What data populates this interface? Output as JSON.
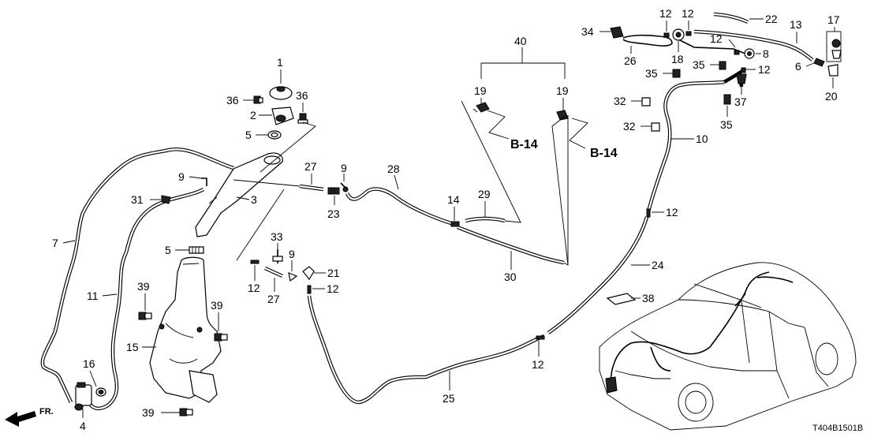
{
  "diagram_code": "T404B1501B",
  "front_label": "FR.",
  "callouts": {
    "c1": "1",
    "c2": "2",
    "c3": "3",
    "c4": "4",
    "c5a": "5",
    "c5b": "5",
    "c6": "6",
    "c7": "7",
    "c8": "8",
    "c9a": "9",
    "c9b": "9",
    "c9c": "9",
    "c10": "10",
    "c11": "11",
    "c12a": "12",
    "c12b": "12",
    "c12c": "12",
    "c12d": "12",
    "c12e": "12",
    "c12f": "12",
    "c12g": "12",
    "c12h": "12",
    "c13": "13",
    "c14": "14",
    "c15": "15",
    "c16": "16",
    "c17": "17",
    "c18": "18",
    "c19a": "19",
    "c19b": "19",
    "c20": "20",
    "c21": "21",
    "c22": "22",
    "c23": "23",
    "c24": "24",
    "c25": "25",
    "c26": "26",
    "c27a": "27",
    "c27b": "27",
    "c28": "28",
    "c29": "29",
    "c30": "30",
    "c31": "31",
    "c32a": "32",
    "c32b": "32",
    "c33": "33",
    "c34": "34",
    "c35a": "35",
    "c35b": "35",
    "c35c": "35",
    "c36a": "36",
    "c36b": "36",
    "c37": "37",
    "c38": "38",
    "c39a": "39",
    "c39b": "39",
    "c39c": "39",
    "c40": "40"
  },
  "references": {
    "ref_left": "B-14",
    "ref_right": "B-14"
  }
}
